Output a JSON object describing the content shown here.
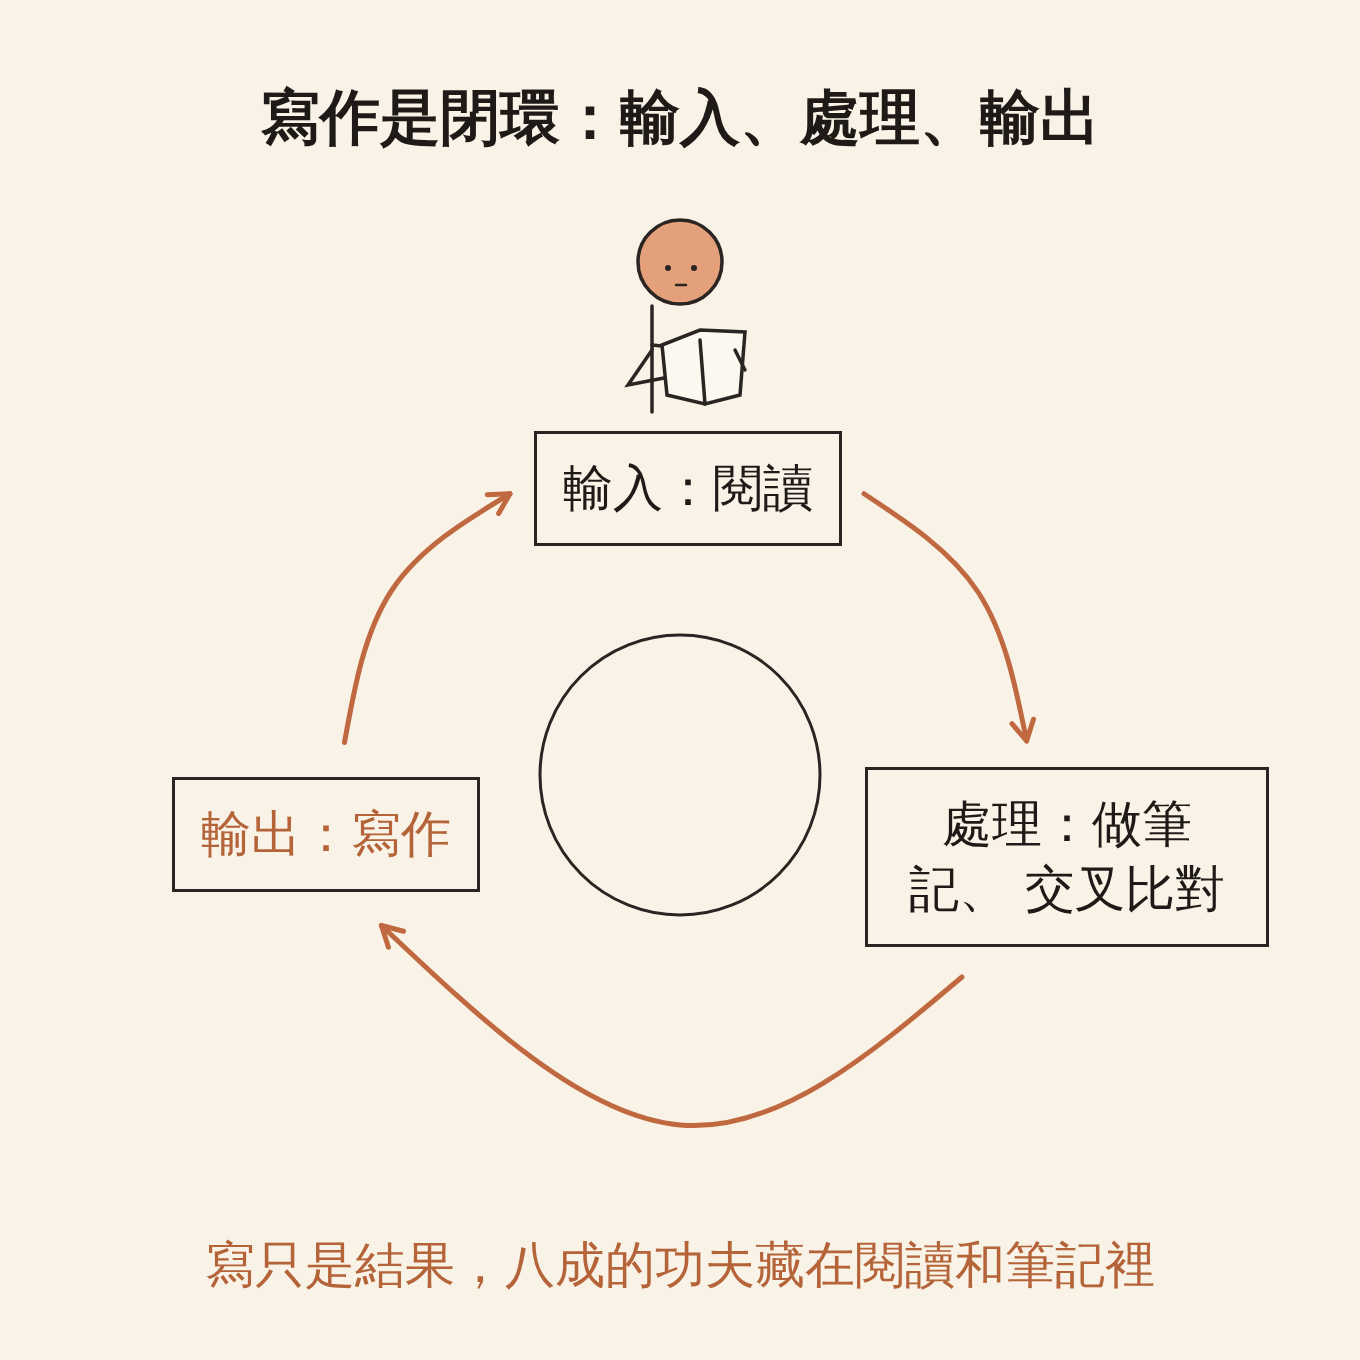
{
  "diagram": {
    "title": "寫作是閉環：輸入、處理、輸出",
    "caption": "寫只是結果，八成的功夫藏在閱讀和筆記裡",
    "nodes": [
      {
        "text": [
          "輸入：閱讀"
        ]
      },
      {
        "text": [
          "處理：做筆記、 交叉比對"
        ]
      },
      {
        "text": [
          "輸出：寫作"
        ]
      }
    ],
    "edges": [
      {
        "from": 0,
        "to": 1,
        "arrow": "to"
      },
      {
        "from": 1,
        "to": 2,
        "arrow": "to"
      },
      {
        "from": 2,
        "to": 0,
        "arrow": "to"
      }
    ]
  }
}
